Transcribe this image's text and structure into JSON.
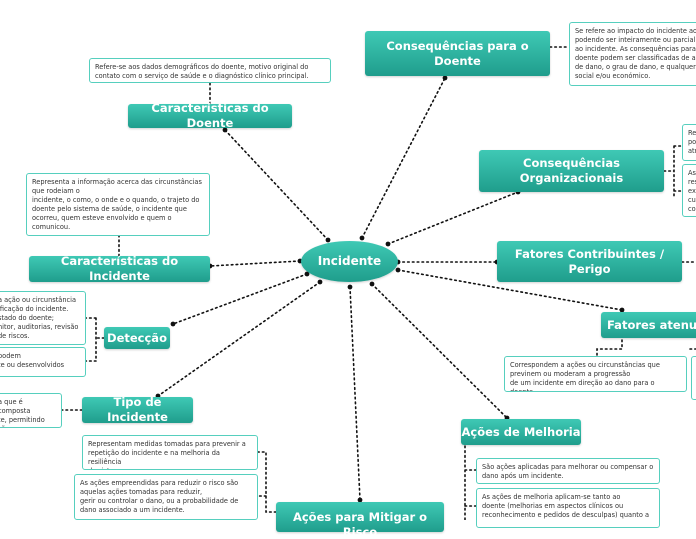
{
  "central": {
    "label": "Incidente"
  },
  "nodes": {
    "consequencias_doente": "Consequências para o Doente",
    "caracteristicas_doente": "Características do Doente",
    "consequencias_org": "Consequências Organizacionais",
    "caracteristicas_incidente": "Características do Incidente",
    "fatores_contribuintes": "Fatores Contribuintes / Perigo",
    "deteccao": "Detecção",
    "fatores_atenuantes": "Fatores atenua",
    "tipo_incidente": "Tipo de Incidente",
    "acoes_melhoria": "Ações de Melhoria",
    "acoes_mitigar": "Ações para Mitigar o Risco"
  },
  "notes": {
    "consequencias_doente": "Se refere ao impacto do incidente ao\npodendo ser inteiramente ou parcial\nao incidente. As consequências para o\ndoente podem ser classificadas de ac\nde dano, o grau de dano, e qualquer\nsocial e/ou económico.",
    "caracteristicas_doente": "Refere-se aos dados demográficos do doente, motivo original do\ncontato com o serviço de saúde e o diagnóstico clínico principal.",
    "org_1": "Re\npo\natr",
    "org_2": "As\nres\nexe\ncul\ncon",
    "caracteristicas_incidente": "Representa a informação acerca das circunstâncias\nque rodeiam o\nincidente, o como, o onde e o quando, o trajeto do\ndoente pelo sistema de saúde, o incidente que\nocorreu, quem esteve envolvido e quem o\ncomunicou.",
    "deteccao_1": "a ação ou circunstância\nificação do incidente.\nstado do doente;\nnitor, auditorias, revisão\nde riscos.",
    "deteccao_2": "podem\nte ou desenvolvidos",
    "fatores_atenuantes": "Correspondem a ações ou circunstâncias que\nprevinem ou moderam a progressão\nde um incidente em direção ao dano para o doente.",
    "tipo_incidente": "a que é composta\nte, permitindo\nsão.",
    "mitigar_1": "Representam medidas tomadas para prevenir a\nrepetição do incidente e na melhoria da resiliência\ndo sistema.",
    "mitigar_2": "As ações empreendidas para reduzir o risco são\naquelas ações tomadas para reduzir,\ngerir ou controlar o dano, ou a probabilidade de\ndano associado a um incidente.",
    "melhoria_1": "São ações aplicadas para melhorar ou compensar o\ndano após um incidente.",
    "melhoria_2": "As ações de melhoria aplicam-se tanto ao\ndoente (melhorias em aspectos clínicos ou\nreconhecimento e pedidos de desculpas) quanto a"
  },
  "colors": {
    "node": "#27b3a0",
    "note_border": "#56cfbe",
    "connector": "#111111"
  }
}
